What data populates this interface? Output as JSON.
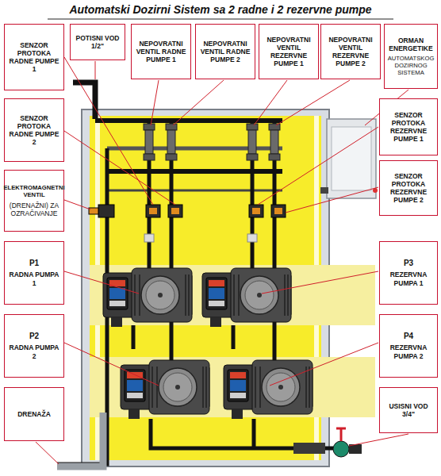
{
  "diagram": {
    "title": "Automatski Dozirni Sistem sa 2 radne i 2 rezervne pumpe",
    "nodes": [
      {
        "text": [
          "SENZOR PROTOKA RADNE PUMPE 1"
        ]
      },
      {
        "text": [
          "POTISNI VOD 1/2\""
        ]
      },
      {
        "text": [
          "NEPOVRATNI VENTIL RADNE PUMPE 1"
        ]
      },
      {
        "text": [
          "NEPOVRATNI VENTIL RADNE PUMPE 2"
        ]
      },
      {
        "text": [
          "NEPOVRATNI VENTIL REZERVNE PUMPE 1"
        ]
      },
      {
        "text": [
          "NEPOVRATNI VENTIL REZERVNE PUMPE 2"
        ]
      },
      {
        "text": [
          "ORMAN ENERGETIKE",
          "AUTOMATSKOG DOZIRNOG SISTEMA"
        ]
      },
      {
        "text": [
          "SENZOR PROTOKA RADNE PUMPE 2"
        ]
      },
      {
        "text": [
          "SENZOR PROTOKA REZERVNE PUMPE 1"
        ]
      },
      {
        "text": [
          "ELEKTROMAGNETNI VENTIL",
          "(DRENAŽNI) ZA OZRAČIVANJE"
        ]
      },
      {
        "text": [
          "SENZOR PROTOKA REZERVNE PUMPE 2"
        ]
      },
      {
        "text": [
          "P1",
          "RADNA PUMPA 1"
        ]
      },
      {
        "text": [
          "P3",
          "REZERVNA PUMPA 1"
        ]
      },
      {
        "text": [
          "P2",
          "RADNA PUMPA 2"
        ]
      },
      {
        "text": [
          "P4",
          "REZERVNA PUMPA 2"
        ]
      },
      {
        "text": [
          "DRENAŽA"
        ]
      },
      {
        "text": [
          "USISNI VOD 3/4\""
        ]
      }
    ]
  }
}
